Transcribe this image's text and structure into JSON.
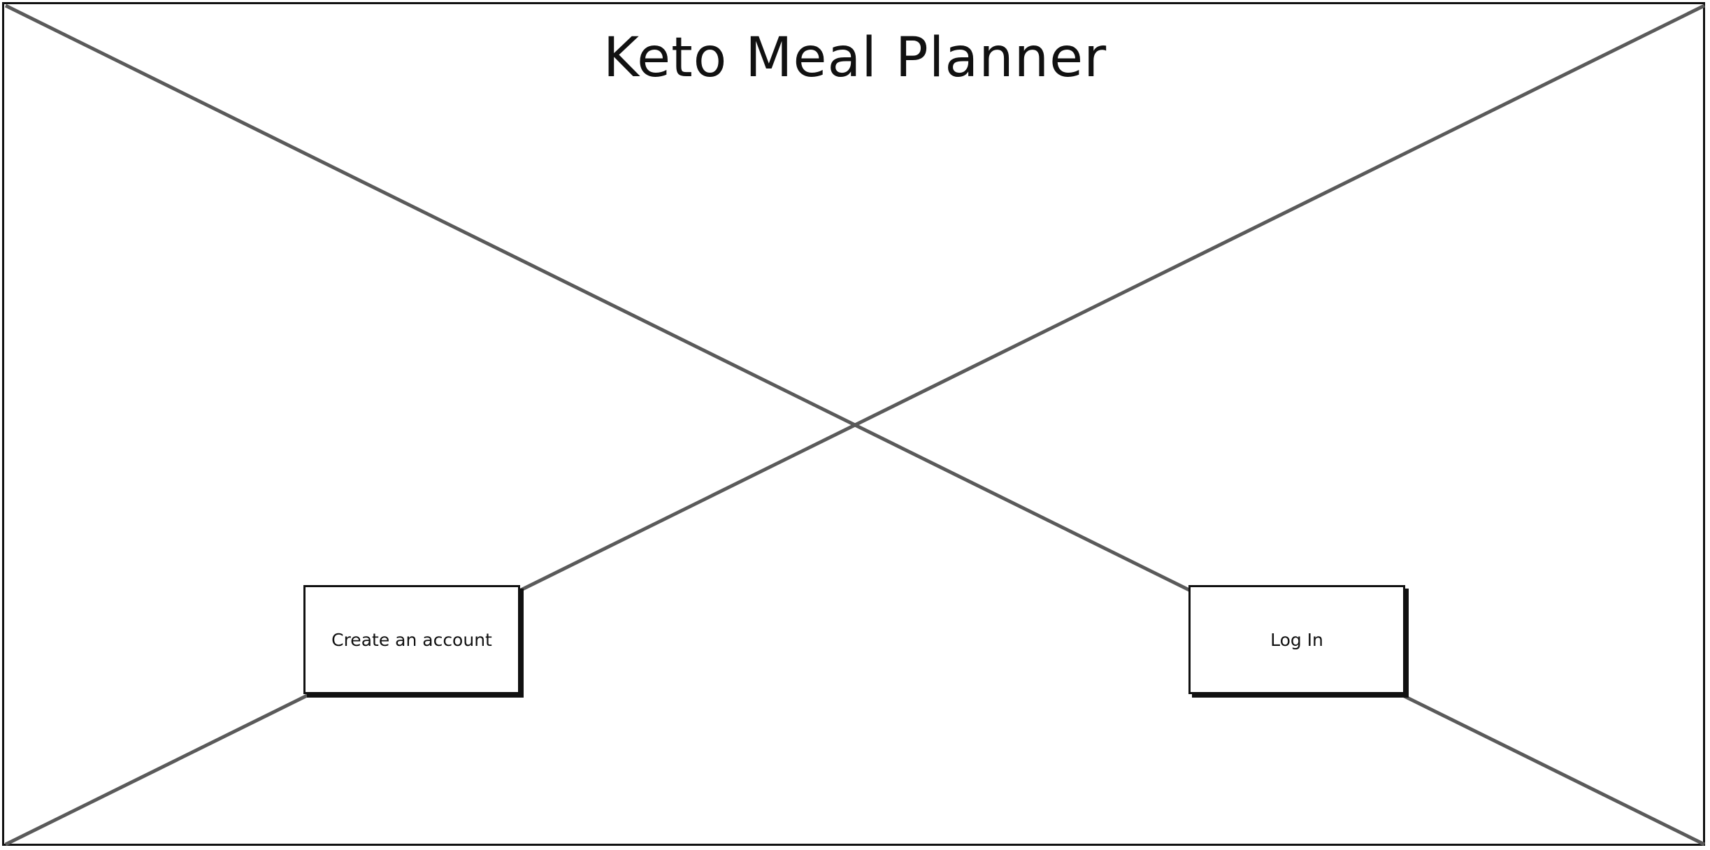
{
  "page": {
    "title": "Keto Meal Planner"
  },
  "actions": {
    "create_account_label": "Create an account",
    "login_label": "Log In"
  },
  "placeholder_image": {
    "icon": "image-placeholder-cross-icon"
  },
  "colors": {
    "stroke": "#111111",
    "cross_line": "#5a5a5a",
    "background": "#ffffff"
  }
}
